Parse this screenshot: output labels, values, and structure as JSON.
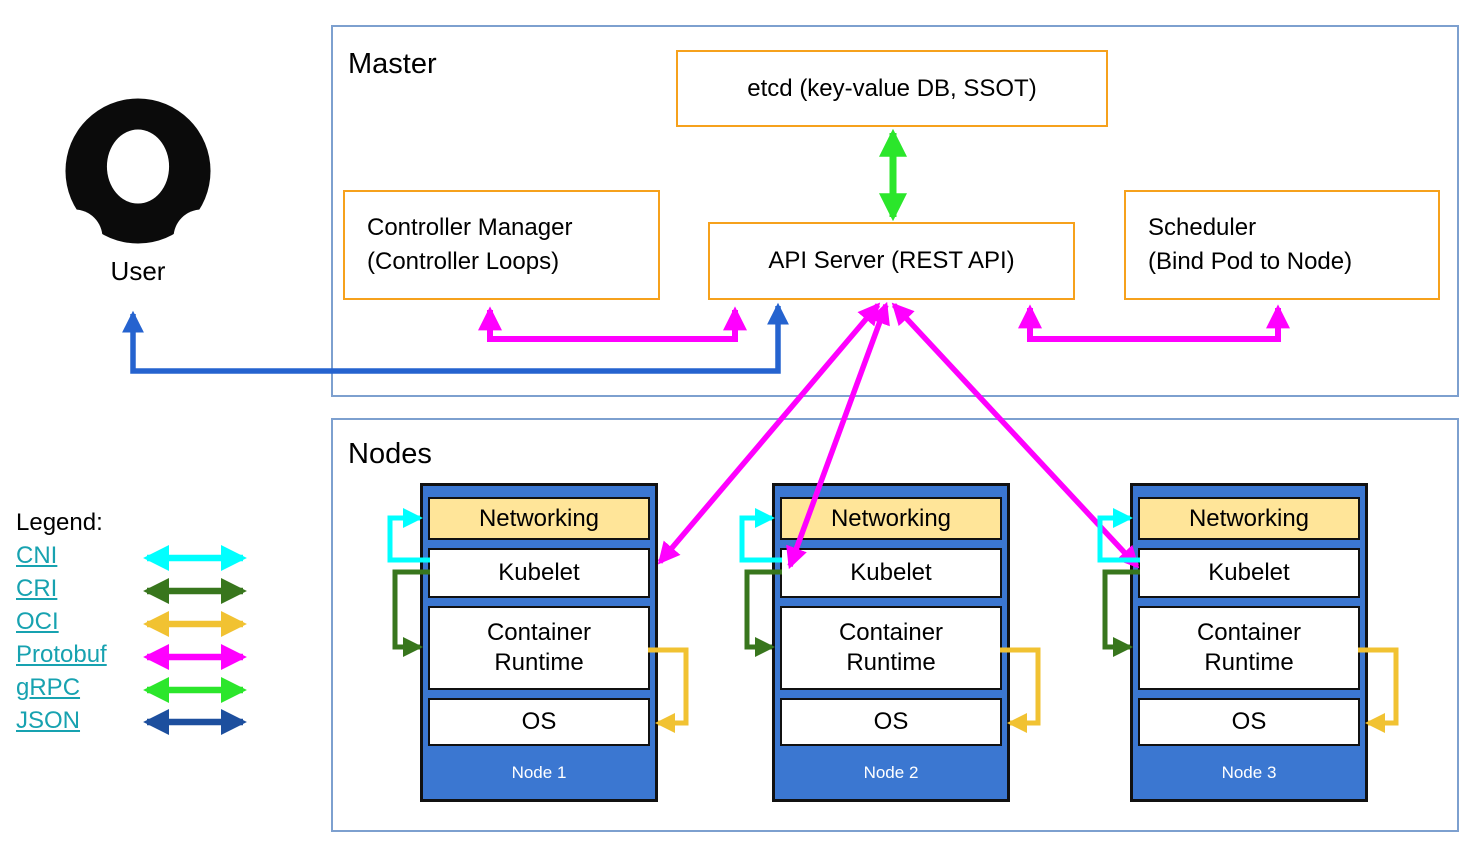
{
  "diagram": {
    "user": {
      "label": "User"
    },
    "master": {
      "title": "Master",
      "etcd_label": "etcd (key-value DB, SSOT)",
      "controller_manager_line1": "Controller Manager",
      "controller_manager_line2": "(Controller Loops)",
      "api_server_label": "API Server (REST API)",
      "scheduler_line1": "Scheduler",
      "scheduler_line2": "(Bind Pod to Node)"
    },
    "nodes_section": {
      "title": "Nodes",
      "layers": [
        "Networking",
        "Kubelet",
        "Container Runtime",
        "OS"
      ],
      "items": [
        {
          "label": "Node 1"
        },
        {
          "label": "Node 2"
        },
        {
          "label": "Node 3"
        }
      ]
    },
    "legend": {
      "title": "Legend:",
      "items": [
        {
          "label": "CNI",
          "color": "#00ffff"
        },
        {
          "label": "CRI",
          "color": "#38761d"
        },
        {
          "label": "OCI",
          "color": "#f1c232"
        },
        {
          "label": "Protobuf",
          "color": "#ff00ff"
        },
        {
          "label": "gRPC",
          "color": "#2be62b"
        },
        {
          "label": "JSON",
          "color": "#1d4f9e"
        }
      ]
    },
    "colors": {
      "component_border_orange": "#f6a11c",
      "section_border_blue": "#7da0cf",
      "node_fill_blue": "#3b77d1",
      "networking_fill_yellow": "#ffe599",
      "user_arrow_blue": "#2563cf",
      "legend_link_teal": "#17a2b0"
    }
  }
}
